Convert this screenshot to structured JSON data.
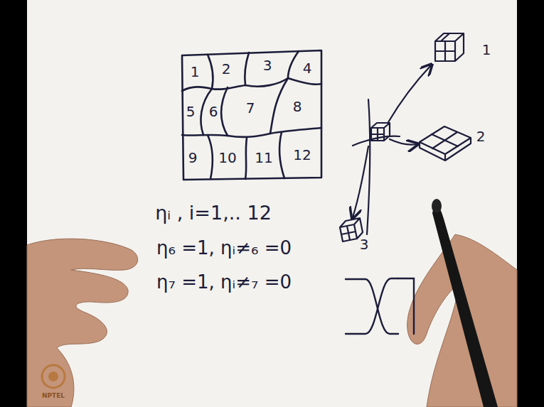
{
  "diagram": {
    "nodes": [
      {
        "text": [
          "1"
        ]
      },
      {
        "text": [
          "2"
        ]
      },
      {
        "text": [
          "3"
        ]
      },
      {
        "text": [
          "4"
        ]
      },
      {
        "text": [
          "5"
        ]
      },
      {
        "text": [
          "6"
        ]
      },
      {
        "text": [
          "7"
        ]
      },
      {
        "text": [
          "8"
        ]
      },
      {
        "text": [
          "9"
        ]
      },
      {
        "text": [
          "10"
        ]
      },
      {
        "text": [
          "11"
        ]
      },
      {
        "text": [
          "12"
        ]
      }
    ],
    "labels": [
      "1",
      "2",
      "3",
      "ηᵢ , i=1,.. 12",
      "η₆ =1, ηᵢ≠₆ =0",
      "η₇ =1, ηᵢ≠₇ =0",
      "NPTEL"
    ]
  }
}
